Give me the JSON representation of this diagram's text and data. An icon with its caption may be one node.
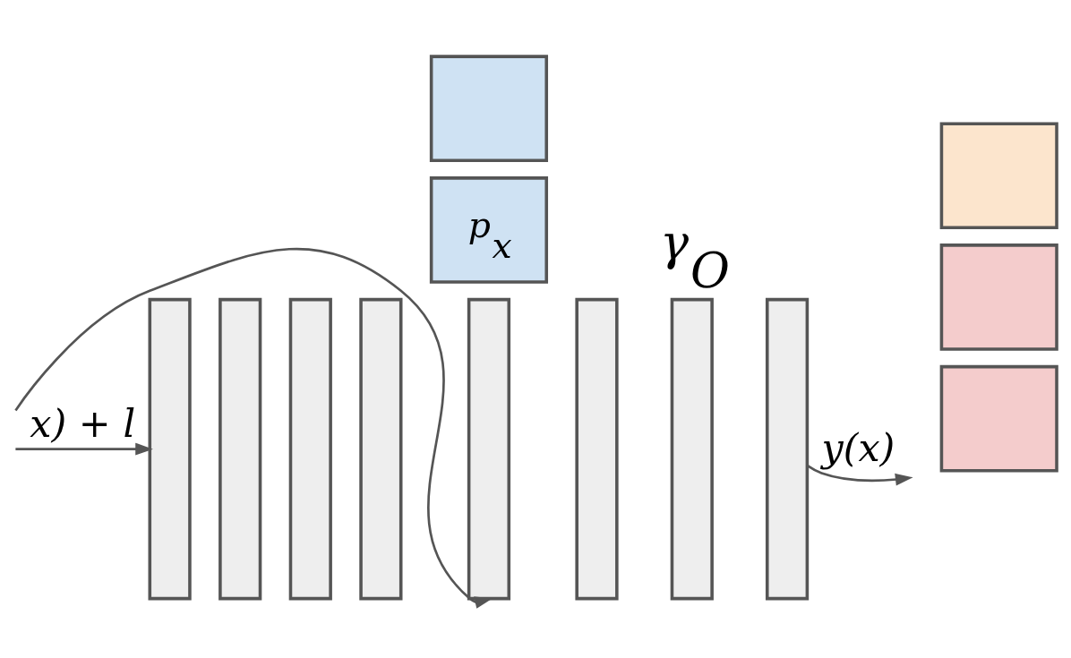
{
  "diagram": {
    "nodes": [
      {
        "text": [],
        "shape": "bar"
      },
      {
        "text": [],
        "shape": "bar"
      },
      {
        "text": [],
        "shape": "bar"
      },
      {
        "text": [],
        "shape": "bar"
      },
      {
        "text": [],
        "shape": "bar"
      },
      {
        "text": [],
        "shape": "bar"
      },
      {
        "text": [],
        "shape": "bar"
      },
      {
        "text": [],
        "shape": "bar"
      },
      {
        "text": [],
        "shape": "box"
      },
      {
        "text": [],
        "shape": "box"
      },
      {
        "text": [],
        "shape": "box"
      },
      {
        "text": [
          "p$_{x}$"
        ]
      },
      {
        "text": [],
        "shape": "box"
      }
    ],
    "edges": [
      {
        "from": null,
        "to": 0,
        "arrow": "to",
        "label": "x) + l"
      },
      {
        "from": null,
        "to": 4,
        "arrow": "to"
      },
      {
        "from": 7,
        "to": null,
        "arrow": "to",
        "label": "y(x)"
      }
    ],
    "labels": [
      "γ$_{O}$"
    ]
  }
}
